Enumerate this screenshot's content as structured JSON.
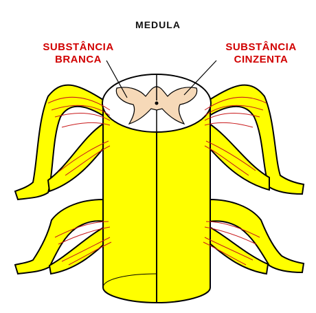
{
  "title": "MEDULA",
  "labels": {
    "white_matter": [
      "SUBSTÂNCIA",
      "BRANCA"
    ],
    "grey_matter": [
      "SUBSTÂNCIA",
      "CINZENTA"
    ]
  },
  "colors": {
    "cord_fill": "#ffff00",
    "outline": "#000000",
    "label_text": "#d10000",
    "grey_matter_fill": "#f6d9b8",
    "nerve_fibers": "#c8181a"
  }
}
